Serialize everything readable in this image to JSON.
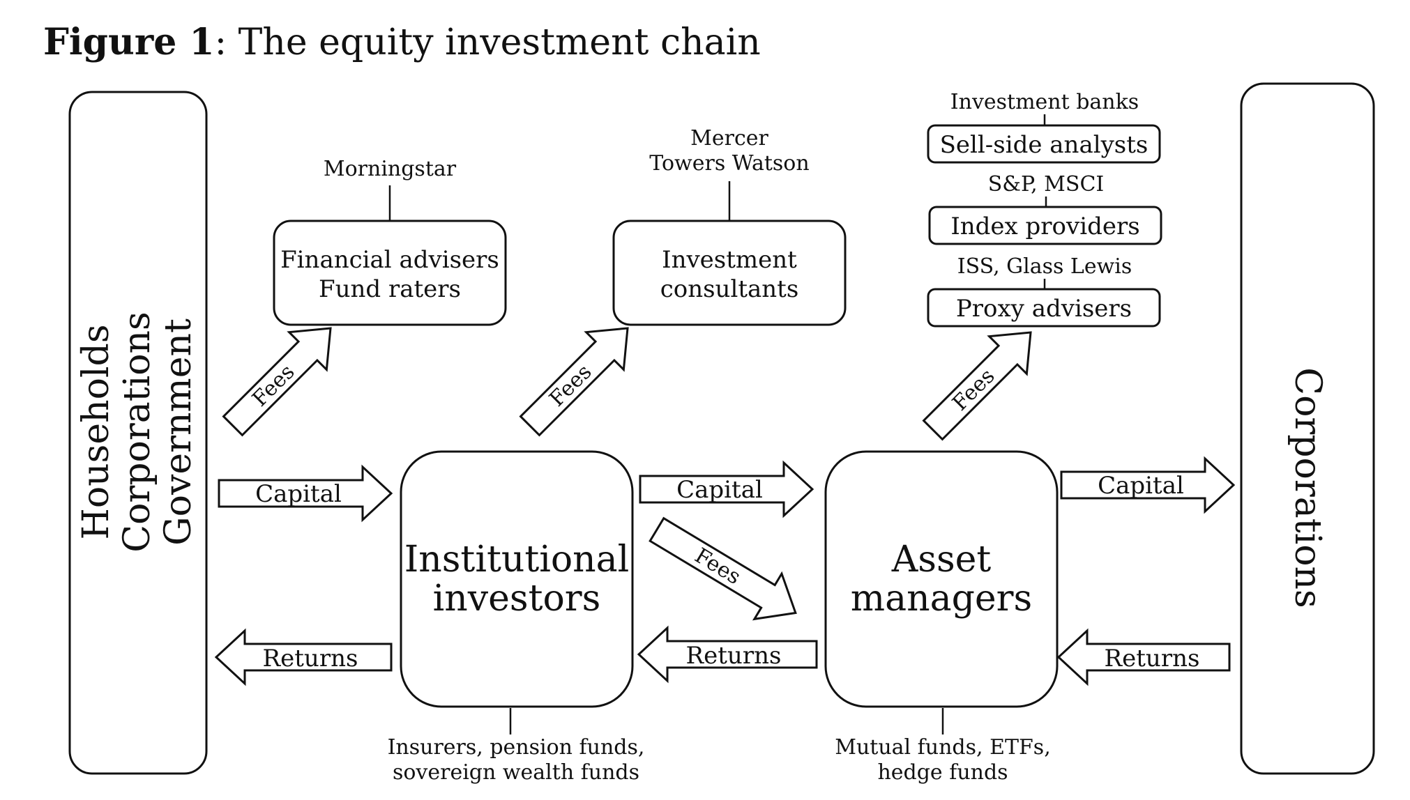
{
  "figure": {
    "label": "Figure 1",
    "separator": ":",
    "title": " The equity investment chain"
  },
  "left_sector": [
    "Households",
    "Corporations",
    "Government"
  ],
  "right_sector": "Corporations",
  "institutional": {
    "title": [
      "Institutional",
      "investors"
    ],
    "examples": [
      "Insurers, pension funds,",
      "sovereign wealth funds"
    ]
  },
  "asset_managers": {
    "title": [
      "Asset",
      "managers"
    ],
    "examples": [
      "Mutual funds, ETFs,",
      "hedge funds"
    ]
  },
  "financial_advisers": {
    "lines": [
      "Financial advisers",
      "Fund raters"
    ],
    "example": "Morningstar"
  },
  "investment_consultants": {
    "lines": [
      "Investment",
      "consultants"
    ],
    "examples": [
      "Mercer",
      "Towers Watson"
    ]
  },
  "service_providers": [
    {
      "label": "Sell-side analysts",
      "example": "Investment banks"
    },
    {
      "label": "Index providers",
      "example": "S&P, MSCI"
    },
    {
      "label": "Proxy advisers",
      "example": "ISS, Glass Lewis"
    }
  ],
  "flows": {
    "capital": "Capital",
    "returns": "Returns",
    "fees": "Fees"
  }
}
